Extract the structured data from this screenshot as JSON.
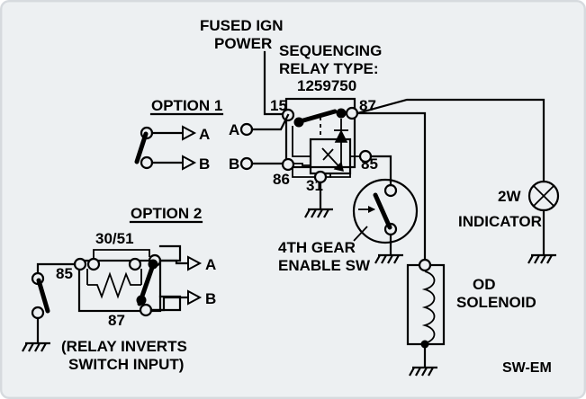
{
  "diagram": {
    "title_bottom_right": "SW-EM",
    "labels": {
      "fused_ign_power_l1": "FUSED IGN",
      "fused_ign_power_l2": "POWER",
      "sequencing_l1": "SEQUENCING",
      "sequencing_l2": "RELAY TYPE:",
      "relay_part_number": "1259750",
      "option1": "OPTION 1",
      "option2": "OPTION 2",
      "relay_inverts_l1": "(RELAY INVERTS",
      "relay_inverts_l2": "SWITCH INPUT)",
      "fourth_gear_l1": "4TH GEAR",
      "fourth_gear_l2": "ENABLE SW",
      "od_solenoid_l1": "OD",
      "od_solenoid_l2": "SOLENOID",
      "indicator_watts": "2W",
      "indicator": "INDICATOR"
    },
    "terminals": {
      "t15": "15",
      "t87": "87",
      "t85": "85",
      "t86": "86",
      "t31": "31",
      "opt2_3051": "30/51",
      "opt2_85": "85",
      "opt2_87": "87"
    },
    "option1_outputs": {
      "a": "A",
      "b": "B"
    },
    "option2_outputs": {
      "a": "A",
      "b": "B"
    },
    "relay_inputs": {
      "a": "A",
      "b": "B"
    },
    "colors": {
      "background": "#edf0f2",
      "ink": "#000000",
      "border": "#d6dade"
    }
  }
}
